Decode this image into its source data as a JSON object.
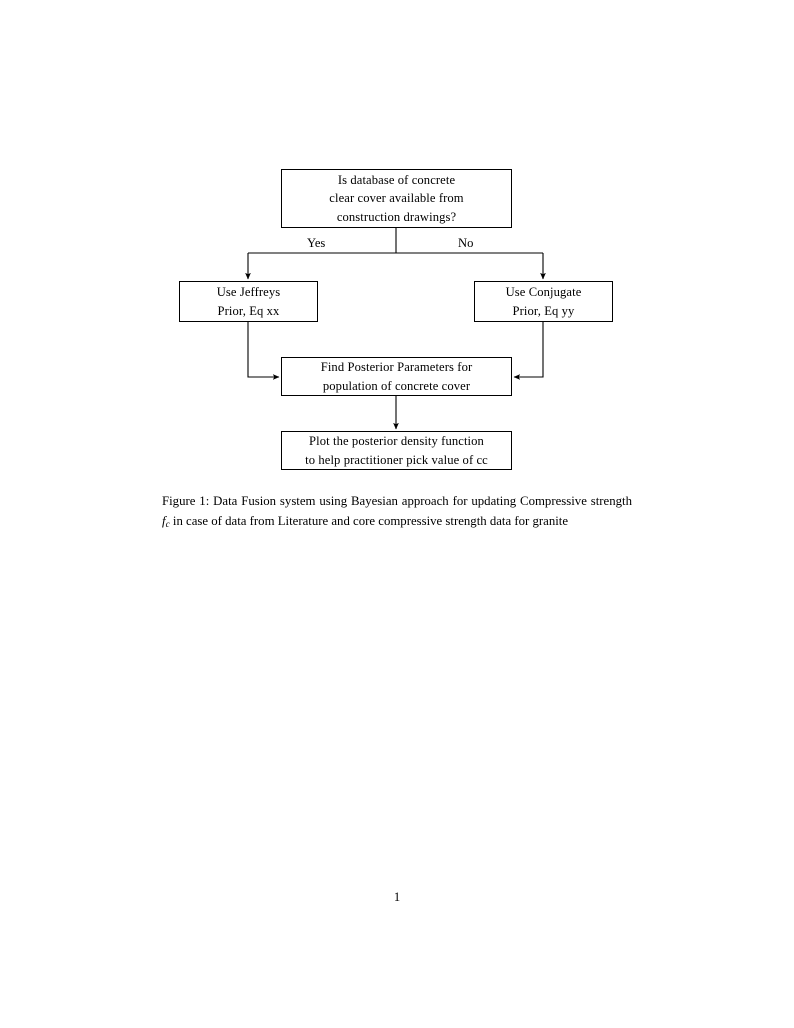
{
  "document": {
    "page_number": "1",
    "background_color": "#ffffff",
    "text_color": "#000000"
  },
  "figure": {
    "nodes": [
      {
        "id": "question",
        "kind": "decision",
        "lines": [
          "Is database of concrete",
          "clear cover available from",
          "construction drawings?"
        ]
      },
      {
        "id": "jeffreys",
        "kind": "process",
        "lines": [
          "Use Jeffreys",
          "Prior, Eq xx"
        ]
      },
      {
        "id": "conjugate",
        "kind": "process",
        "lines": [
          "Use Conjugate",
          "Prior, Eq yy"
        ]
      },
      {
        "id": "posterior",
        "kind": "process",
        "lines": [
          "Find Posterior Parameters for",
          "population of concrete cover"
        ]
      },
      {
        "id": "plot",
        "kind": "process",
        "lines": [
          "Plot the posterior density function",
          "to help practitioner pick value of cc"
        ]
      }
    ],
    "branch_labels": {
      "yes": "Yes",
      "no": "No"
    },
    "edge_color": "#000000"
  },
  "caption": {
    "label": "Figure 1:",
    "text_before_var": " Data Fusion system using Bayesian approach for updating Compressive strength ",
    "variable": "f",
    "variable_subscript": "c",
    "text_after_var": " in case of data from Literature and core compressive strength data for granite"
  }
}
